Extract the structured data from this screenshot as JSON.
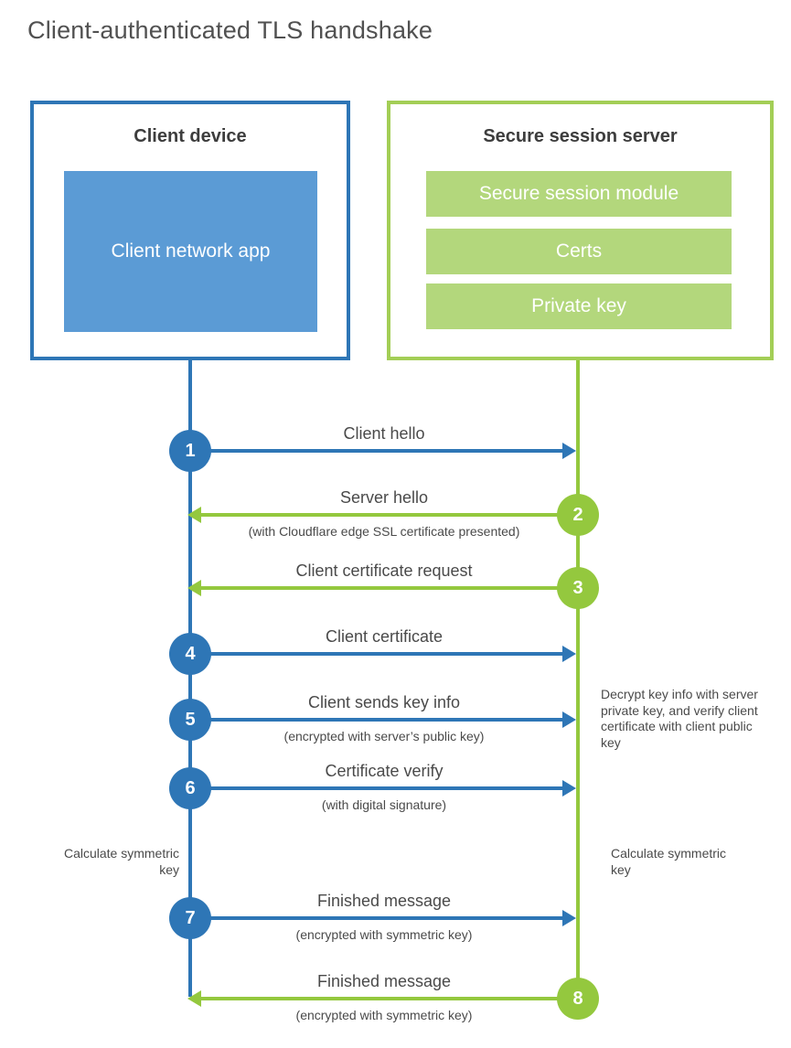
{
  "title": "Client-authenticated TLS handshake",
  "colors": {
    "blue": "#2e76b6",
    "light_blue": "#5b9bd5",
    "green": "#94c83e",
    "green_border": "#a3ce56",
    "green_bar": "#b3d77c",
    "text": "#4a4a4a",
    "heading": "#3d3d3d",
    "title": "#515151"
  },
  "client": {
    "title": "Client device",
    "inner_label": "Client network app"
  },
  "server": {
    "title": "Secure session server",
    "modules": [
      "Secure session module",
      "Certs",
      "Private key"
    ]
  },
  "messages": [
    {
      "step": "1",
      "label": "Client hello",
      "sublabel": "",
      "direction": "right",
      "from": "client"
    },
    {
      "step": "2",
      "label": "Server hello",
      "sublabel": "(with Cloudflare edge SSL certificate presented)",
      "direction": "left",
      "from": "server"
    },
    {
      "step": "3",
      "label": "Client certificate request",
      "sublabel": "",
      "direction": "left",
      "from": "server"
    },
    {
      "step": "4",
      "label": "Client certificate",
      "sublabel": "",
      "direction": "right",
      "from": "client"
    },
    {
      "step": "5",
      "label": "Client sends key info",
      "sublabel": "(encrypted with server’s public key)",
      "direction": "right",
      "from": "client"
    },
    {
      "step": "6",
      "label": "Certificate verify",
      "sublabel": "(with digital signature)",
      "direction": "right",
      "from": "client"
    },
    {
      "step": "7",
      "label": "Finished message",
      "sublabel": "(encrypted with symmetric key)",
      "direction": "right",
      "from": "client"
    },
    {
      "step": "8",
      "label": "Finished message",
      "sublabel": "(encrypted with symmetric key)",
      "direction": "left",
      "from": "server"
    }
  ],
  "notes": {
    "decrypt": "Decrypt key info with server private key, and verify client certificate with client public key",
    "calc_left": "Calculate symmetric key",
    "calc_right": "Calculate symmetric key"
  }
}
